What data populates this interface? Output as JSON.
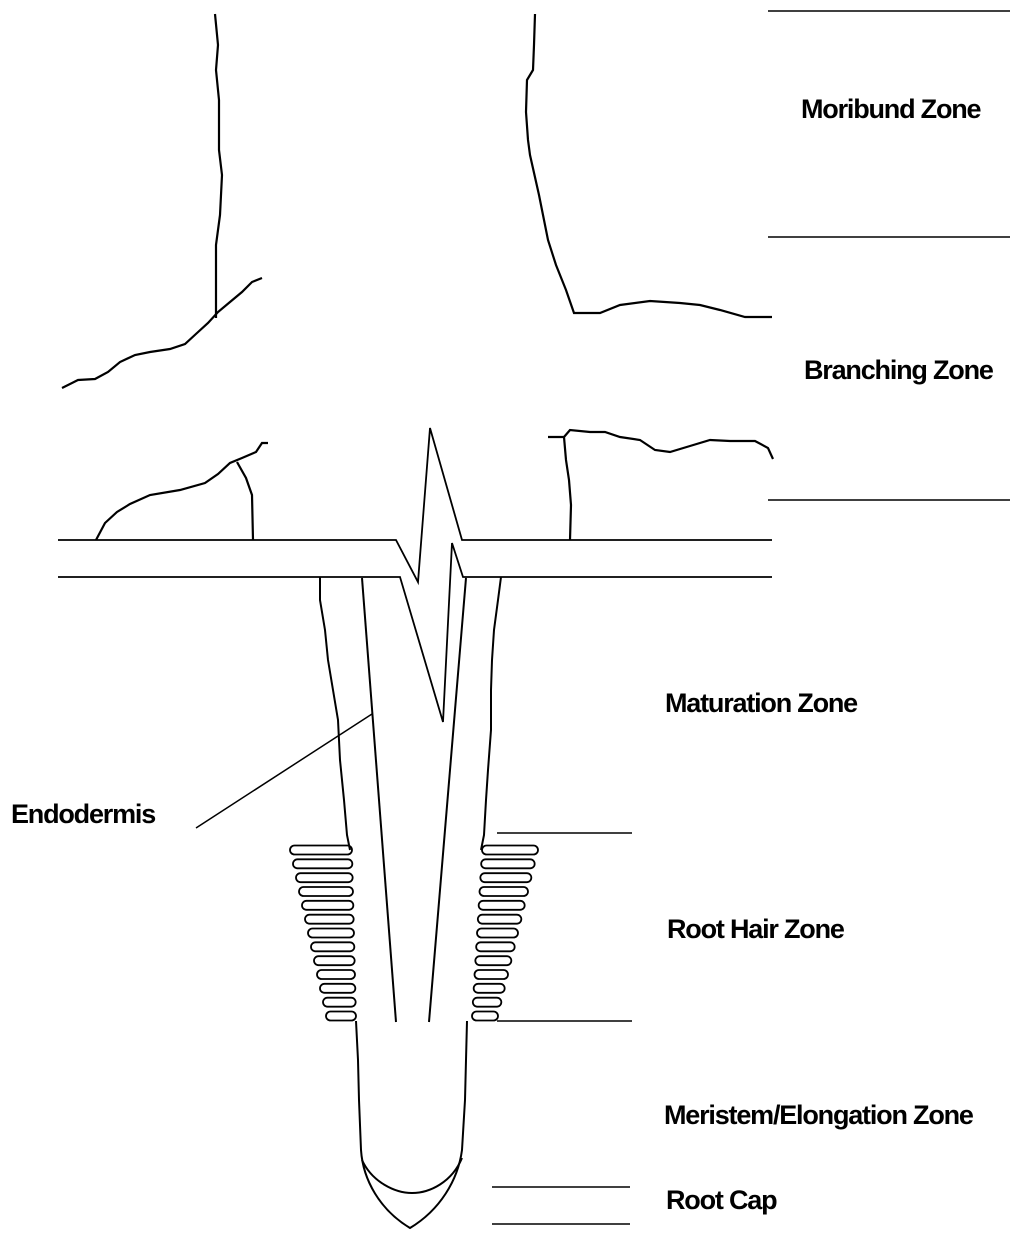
{
  "labels": {
    "moribund": "Moribund Zone",
    "branching": "Branching Zone",
    "maturation": "Maturation Zone",
    "endodermis": "Endodermis",
    "root_hair": "Root Hair Zone",
    "meristem": "Meristem/Elongation Zone",
    "root_cap": "Root Cap"
  },
  "colors": {
    "line": "#000000",
    "background": "#ffffff",
    "text": "#000000"
  }
}
